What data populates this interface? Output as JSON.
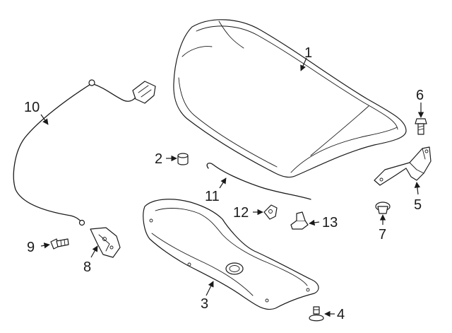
{
  "callouts": {
    "c1": "1",
    "c2": "2",
    "c3": "3",
    "c4": "4",
    "c5": "5",
    "c6": "6",
    "c7": "7",
    "c8": "8",
    "c9": "9",
    "c10": "10",
    "c11": "11",
    "c12": "12",
    "c13": "13"
  },
  "colors": {
    "line": "#1a1a1a",
    "background": "#ffffff"
  }
}
